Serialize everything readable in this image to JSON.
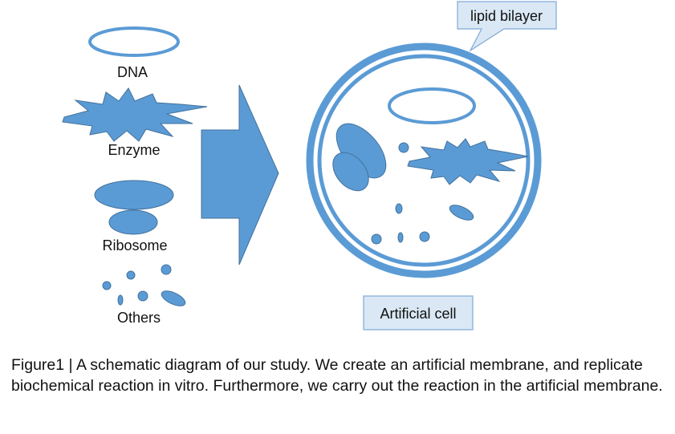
{
  "legend": {
    "dna_label": "DNA",
    "enzyme_label": "Enzyme",
    "ribosome_label": "Ribosome",
    "others_label": "Others"
  },
  "callouts": {
    "lipid_bilayer": "lipid bilayer",
    "artificial_cell": "Artificial cell"
  },
  "caption": "Figure1 | A schematic diagram of our study. We create an artificial membrane, and replicate biochemical reaction in vitro. Furthermore, we carry out the reaction in the artificial membrane.",
  "colors": {
    "shape_fill": "#5b9bd5",
    "shape_stroke": "#41719c",
    "callout_fill": "#dae8f5",
    "callout_stroke": "#7fa9d6"
  }
}
